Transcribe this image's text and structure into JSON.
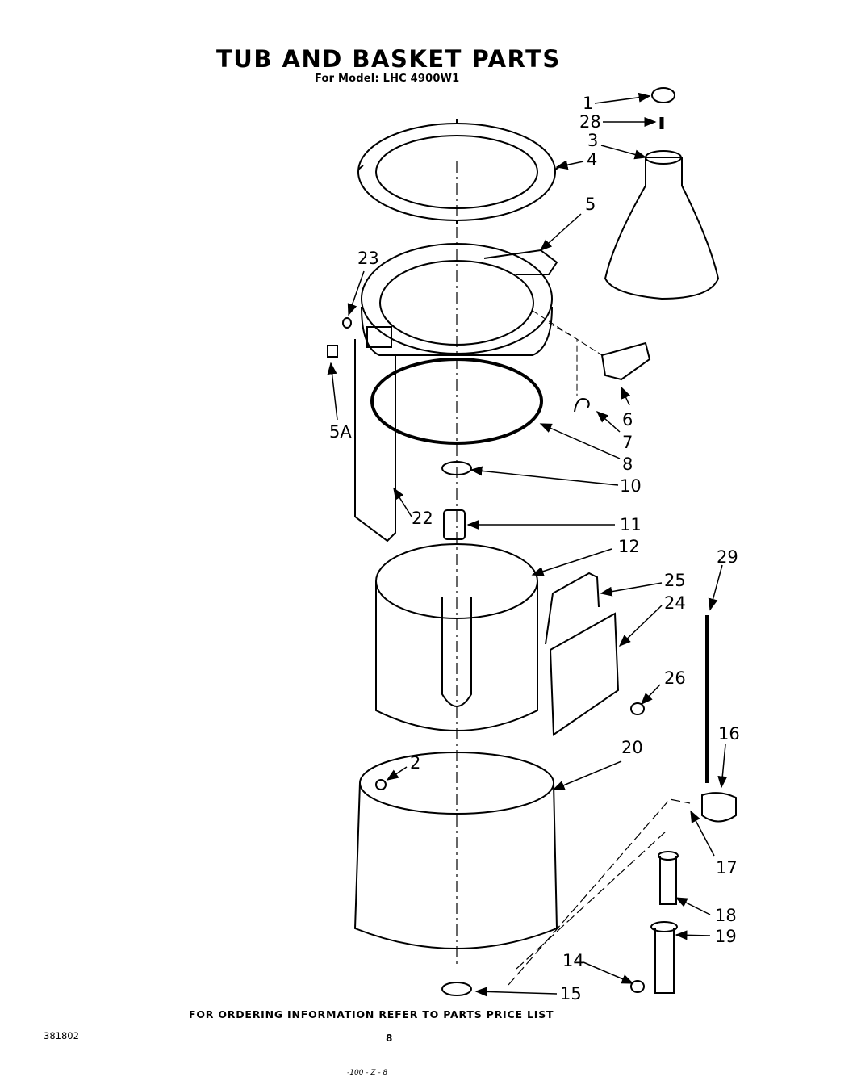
{
  "header": {
    "title": "TUB AND BASKET PARTS",
    "subtitle": "For Model: LHC 4900W1"
  },
  "footer": {
    "ordering_note": "FOR ORDERING INFORMATION REFER TO PARTS PRICE LIST",
    "page_number": "8",
    "document_number": "381802",
    "scrap_text": "-100 - Z - 8"
  },
  "callouts": [
    {
      "id": "1",
      "label": "1"
    },
    {
      "id": "28",
      "label": "28"
    },
    {
      "id": "3",
      "label": "3"
    },
    {
      "id": "4",
      "label": "4"
    },
    {
      "id": "5",
      "label": "5"
    },
    {
      "id": "23",
      "label": "23"
    },
    {
      "id": "5A",
      "label": "5A"
    },
    {
      "id": "6",
      "label": "6"
    },
    {
      "id": "7",
      "label": "7"
    },
    {
      "id": "8",
      "label": "8"
    },
    {
      "id": "10",
      "label": "10"
    },
    {
      "id": "22",
      "label": "22"
    },
    {
      "id": "11",
      "label": "11"
    },
    {
      "id": "12",
      "label": "12"
    },
    {
      "id": "29",
      "label": "29"
    },
    {
      "id": "25",
      "label": "25"
    },
    {
      "id": "24",
      "label": "24"
    },
    {
      "id": "26",
      "label": "26"
    },
    {
      "id": "16",
      "label": "16"
    },
    {
      "id": "20",
      "label": "20"
    },
    {
      "id": "2",
      "label": "2"
    },
    {
      "id": "17",
      "label": "17"
    },
    {
      "id": "18",
      "label": "18"
    },
    {
      "id": "19",
      "label": "19"
    },
    {
      "id": "14",
      "label": "14"
    },
    {
      "id": "15",
      "label": "15"
    }
  ]
}
